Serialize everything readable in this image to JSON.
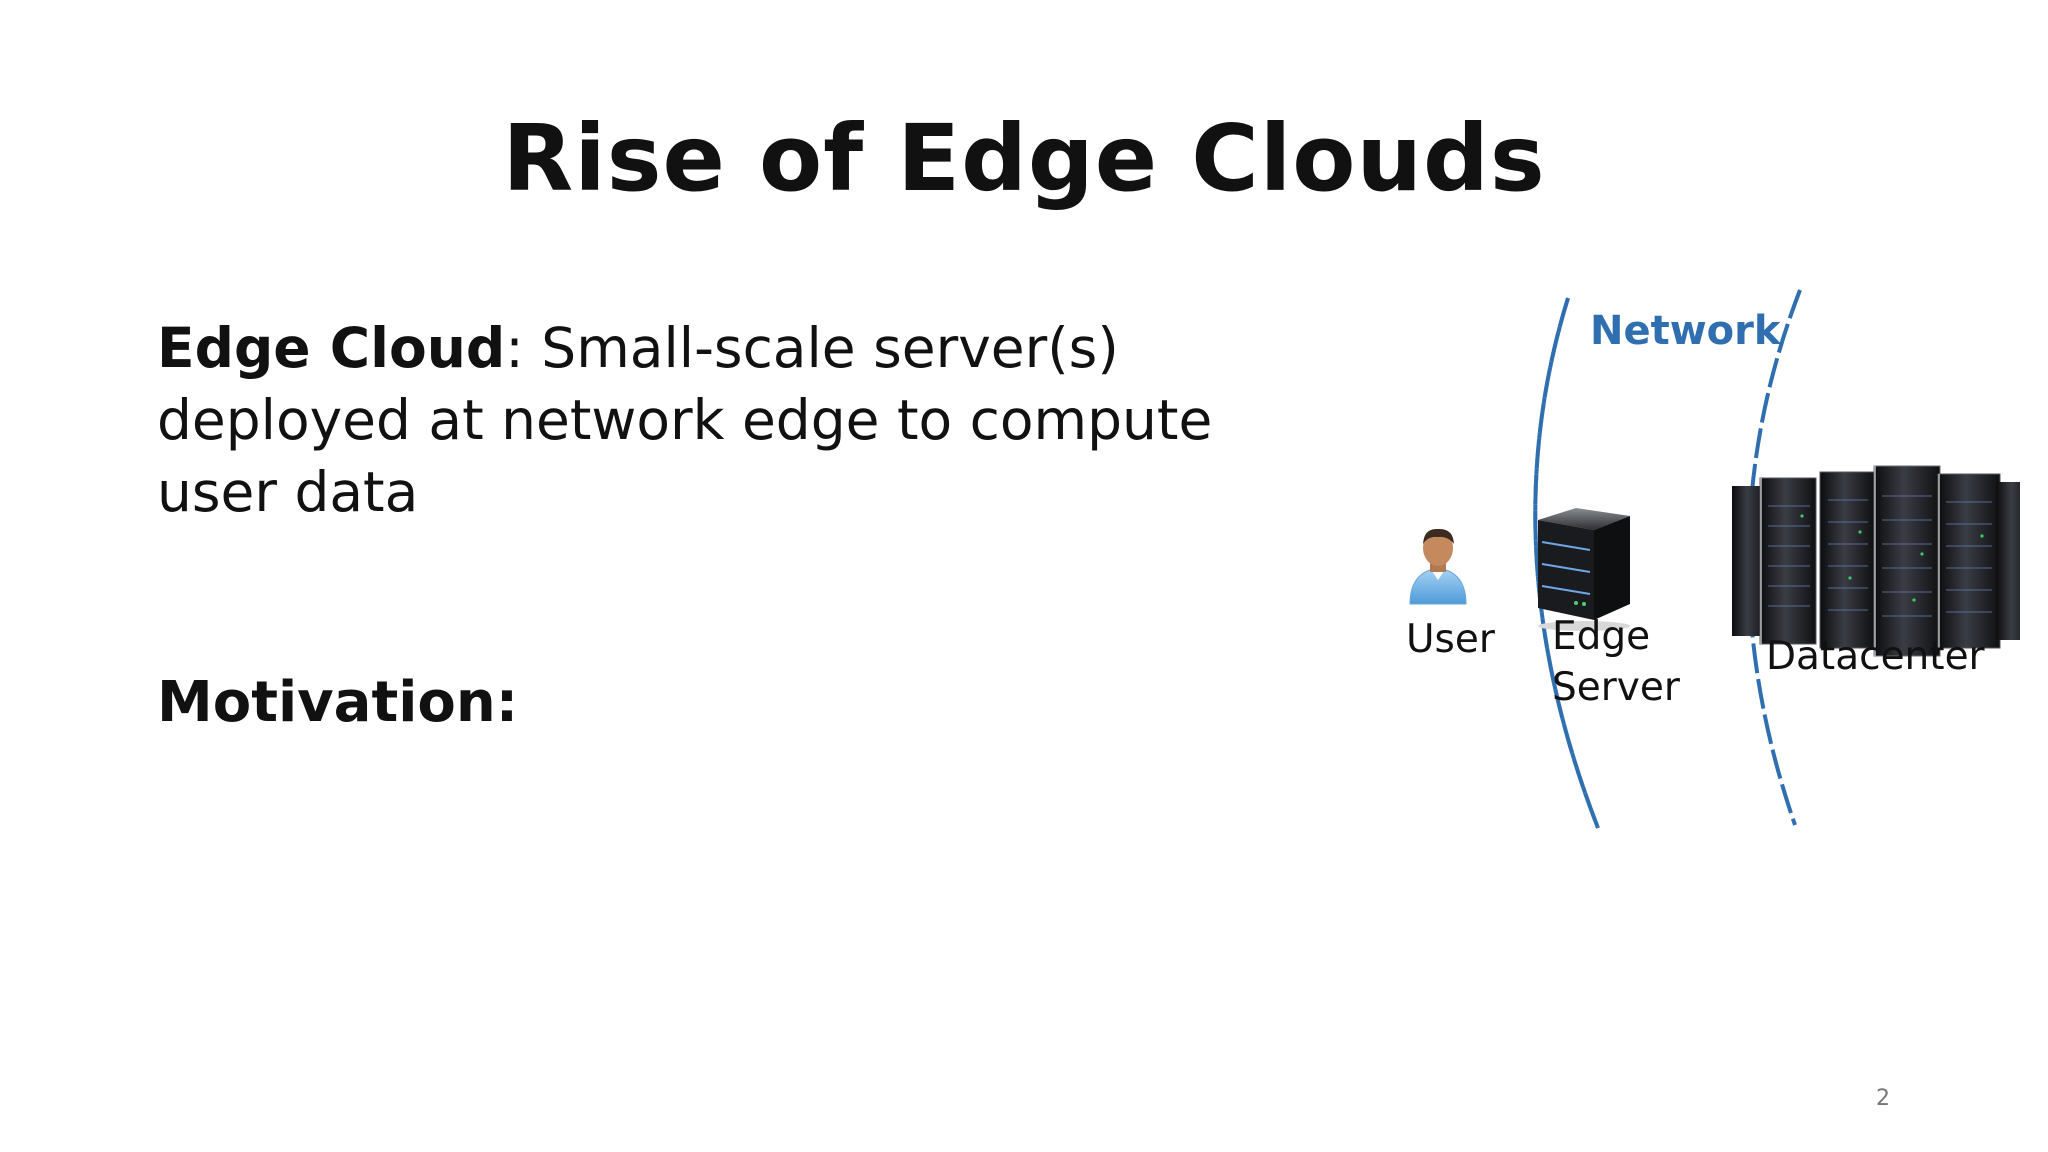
{
  "slide": {
    "title": "Rise of Edge Clouds",
    "definition": {
      "term": "Edge Cloud",
      "text": ": Small-scale server(s) deployed at network edge to compute user data"
    },
    "motivation_label": "Motivation:",
    "page_number": "2"
  },
  "diagram": {
    "network_label": "Network",
    "user_label": "User",
    "edge_server_label_line1": "Edge",
    "edge_server_label_line2": "Server",
    "datacenter_label": "Datacenter",
    "accent_color": "#2f6fb0",
    "icons": [
      "user-icon",
      "edge-server-icon",
      "datacenter-icon"
    ]
  }
}
